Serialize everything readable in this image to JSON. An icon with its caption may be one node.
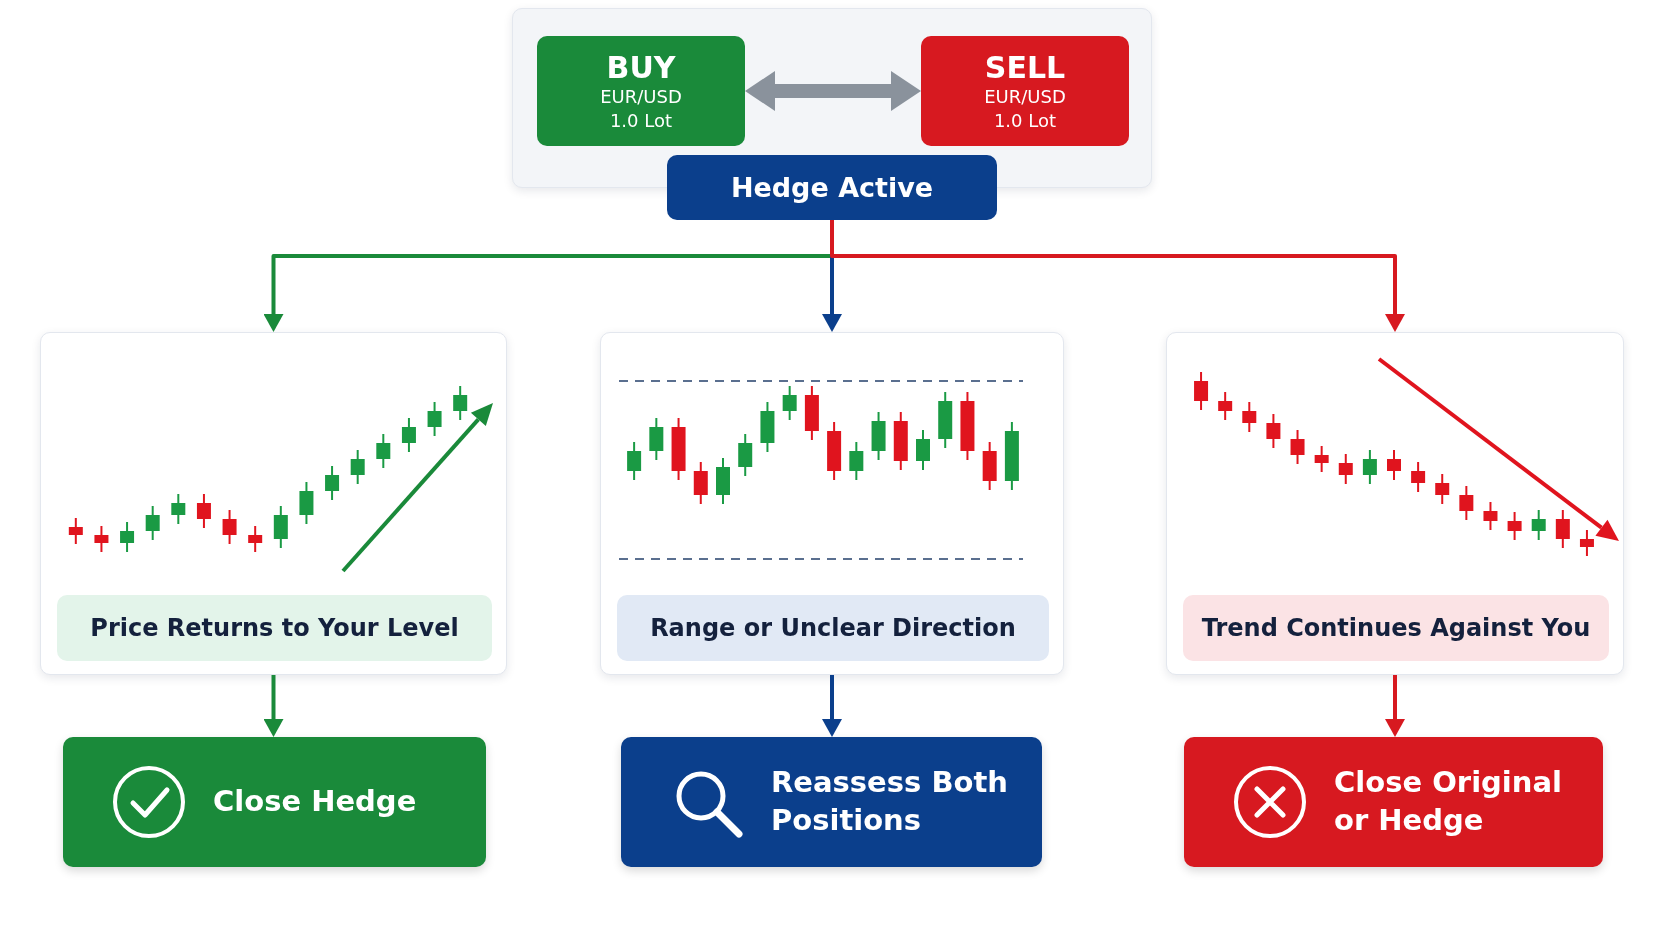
{
  "diagram": {
    "nodes": [
      {
        "text": [],
        "shape": "box"
      },
      {
        "text": [
          "BUY",
          "EUR/USD 1.0 Lot"
        ],
        "in": 0
      },
      {
        "text": [
          "SELL",
          "EUR/USD 1.0 Lot"
        ],
        "in": 0
      },
      {
        "text": [
          "Hedge Active"
        ]
      },
      {
        "text": [],
        "shape": "box"
      },
      {
        "text": [
          "Price Returns to Your Level"
        ],
        "in": 4
      },
      {
        "text": [],
        "shape": "box"
      },
      {
        "text": [
          "Range or Unclear Direction"
        ],
        "in": 6
      },
      {
        "text": [],
        "shape": "box"
      },
      {
        "text": [
          "Trend Continues Against You"
        ],
        "in": 8
      },
      {
        "text": [
          "Close Hedge"
        ]
      },
      {
        "text": [
          "Reassess Both Positions"
        ]
      },
      {
        "text": [
          "Close Original or Hedge"
        ]
      }
    ],
    "edges": [
      {
        "from": 1,
        "to": 2,
        "arrow": "both",
        "style": "thick",
        "color": "#8a929c"
      },
      {
        "from": 3,
        "to": 4,
        "arrow": "to",
        "color": "#1a8a3a"
      },
      {
        "from": 3,
        "to": 6,
        "arrow": "to",
        "color": "#0b3f8c"
      },
      {
        "from": 3,
        "to": 8,
        "arrow": "to",
        "color": "#d71920"
      },
      {
        "from": 4,
        "to": 10,
        "arrow": "to",
        "color": "#1a8a3a"
      },
      {
        "from": 6,
        "to": 11,
        "arrow": "to",
        "color": "#0b3f8c"
      },
      {
        "from": 8,
        "to": 12,
        "arrow": "to",
        "color": "#d71920"
      }
    ]
  }
}
